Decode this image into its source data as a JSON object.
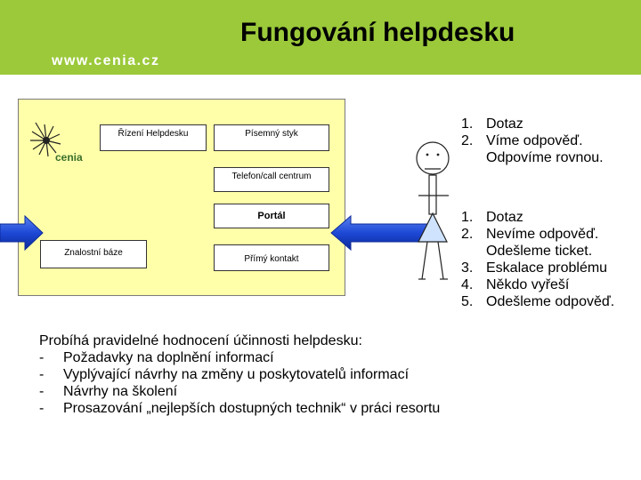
{
  "header": {
    "title": "Fungování helpdesku",
    "url": "www.cenia.cz",
    "band_color": "#9bc93a"
  },
  "logo": {
    "text": "cenia",
    "icon": "cenia-logo-icon"
  },
  "diagram": {
    "panel_color": "#ffffaa",
    "boxes": {
      "rizeni": "Řízení Helpdesku",
      "pisemny": "Písemný styk",
      "telefon": "Telefon/call centrum",
      "portal": "Portál",
      "znalostni": "Znalostní báze",
      "primy": "Přímý kontakt"
    },
    "arrow_color": "#1d48d6"
  },
  "list_known": [
    "Dotaz",
    "Víme odpověď. Odpovíme rovnou."
  ],
  "list_unknown": [
    "Dotaz",
    "Nevíme odpověď. Odešleme ticket.",
    "Eskalace problému",
    "Někdo vyřeší",
    "Odešleme odpověď."
  ],
  "evaluation": {
    "intro": "Probíhá pravidelné hodnocení účinnosti helpdesku:",
    "items": [
      "Požadavky na doplnění informací",
      "Vyplývající návrhy na změny u poskytovatelů informací",
      "Návrhy na školení",
      "Prosazování „nejlepších dostupných technik“ v práci resortu"
    ]
  }
}
